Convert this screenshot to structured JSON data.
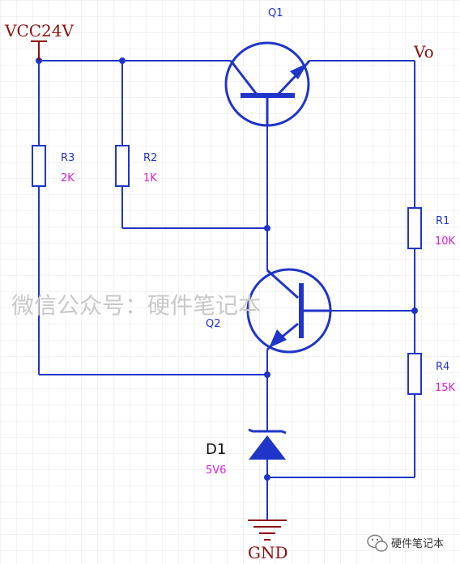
{
  "nets": {
    "vcc": "VCC24V",
    "vo": "Vo",
    "gnd": "GND"
  },
  "q1": {
    "ref": "Q1"
  },
  "q2": {
    "ref": "Q2"
  },
  "r1": {
    "ref": "R1",
    "value": "10K"
  },
  "r2": {
    "ref": "R2",
    "value": "1K"
  },
  "r3": {
    "ref": "R3",
    "value": "2K"
  },
  "r4": {
    "ref": "R4",
    "value": "15K"
  },
  "d1": {
    "ref": "D1",
    "value": "5V6"
  },
  "watermark": {
    "text": "微信公众号：硬件笔记本"
  },
  "footer": {
    "account": "硬件笔记本"
  },
  "colors": {
    "wire": "#1f35c9",
    "component": "#1f35c9",
    "net_label": "#8b1010",
    "designator": "#1f35c9",
    "value": "#d61fd6",
    "grid": "#e6e6e6"
  }
}
